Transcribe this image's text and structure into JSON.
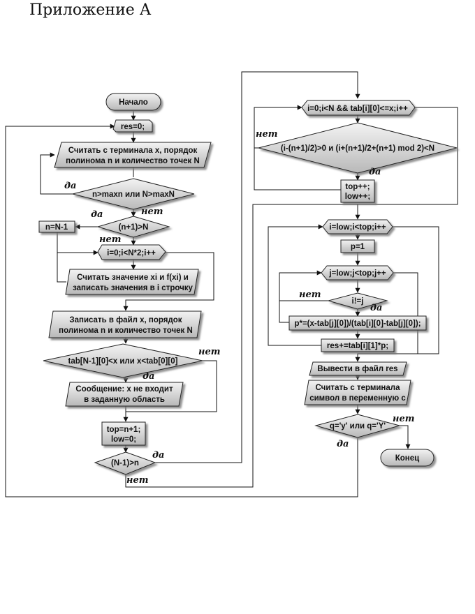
{
  "page_title": "Приложение А",
  "blocks": {
    "start": "Начало",
    "res_init": "res=0;",
    "read_input_1": "Считать с терминала x, порядок",
    "read_input_2": "полинома n и количество точек N",
    "check_max": "n>maxn или N>maxN",
    "check_n1": "(n+1)>N",
    "n_dec": "n=N-1",
    "loop_i": "i=0;i<N*2;i++",
    "read_xi_1": "Считать значение xi и f(xi) и",
    "read_xi_2": "записать значения в i строчку",
    "write_file_1": "Записать в файл x, порядок",
    "write_file_2": "полинома n и количество точек N",
    "check_range": "tab[N-1][0]<x или x<tab[0][0]",
    "msg_1": "Сообщение: x не входит",
    "msg_2": "в заданную область",
    "top_low_1": "top=n+1;",
    "top_low_2": "low=0;",
    "check_n_minus": "(N-1)>n",
    "loop_search": "i=0;i<N && tab[i][0]<=x;i++",
    "cond_search": "(i-(n+1)/2)>0 и (i+(n+1)/2+(n+1) mod 2)<N",
    "inc_1": "top++;",
    "inc_2": "low++;",
    "loop_outer": "i=low;i<top;i++",
    "p_init": "p=1",
    "loop_inner": "j=low;j<top;j++",
    "check_ij": "i!=j",
    "p_update": "p*=(x-tab[j][0])/(tab[i][0]-tab[j][0]);",
    "res_update": "res+=tab[i][1]*p;",
    "write_res": "Вывести в файл res",
    "read_sym_1": "Считать с терминала",
    "read_sym_2": "символ в переменную с",
    "check_q": "q='y' или q='Y'",
    "end": "Конец"
  },
  "labels": {
    "yes": "да",
    "no": "нет"
  },
  "colors": {
    "fill_light": "#e2e2e2",
    "fill_mid": "#c4c4c4",
    "line": "#111111",
    "shadow": "#7a7a7a"
  }
}
